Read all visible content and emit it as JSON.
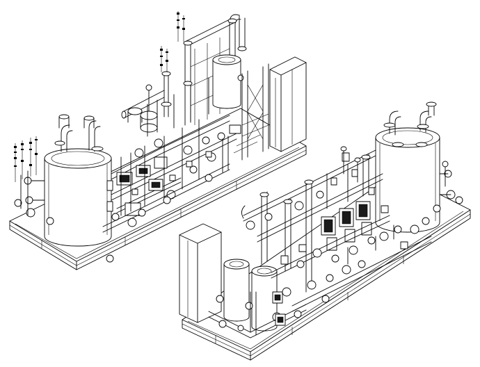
{
  "drawing": {
    "units": [
      {
        "id": "unit-a",
        "view": "left",
        "components": [
          "process-skid",
          "storage-tank",
          "overhead-pipe-frame",
          "control-cabinet",
          "pump-manifold",
          "valve-stems"
        ]
      },
      {
        "id": "unit-b",
        "view": "right",
        "components": [
          "process-skid",
          "storage-tank",
          "control-cabinet",
          "filter-vessels",
          "pump-motors",
          "manifold-piping"
        ]
      }
    ]
  }
}
